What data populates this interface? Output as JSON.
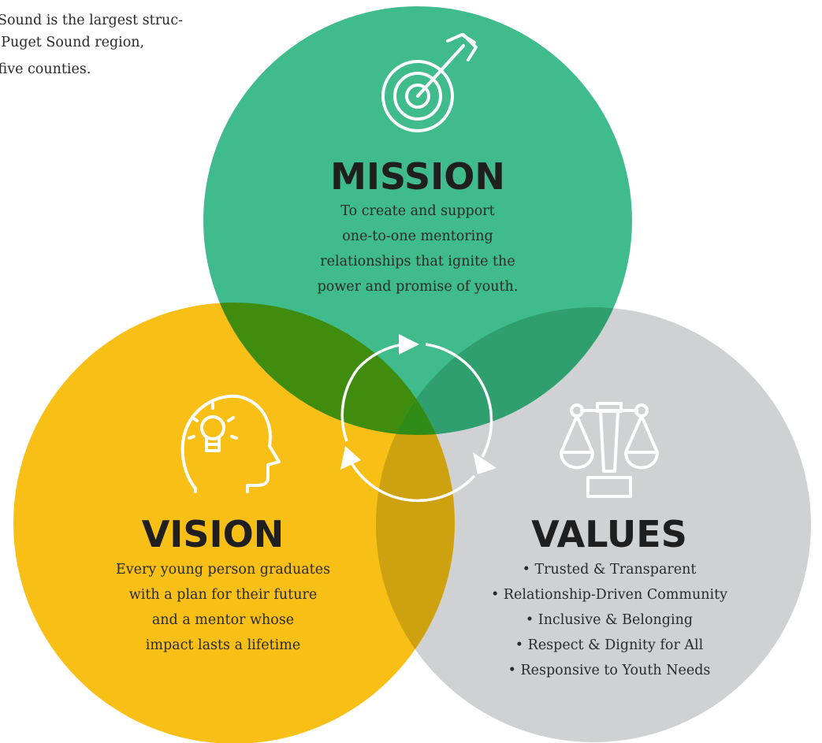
{
  "intro": {
    "lines": [
      "et Sound is the largest struc-",
      "he Puget Sound region,",
      "ss five counties."
    ]
  },
  "circles": {
    "mission": {
      "heading": "MISSION",
      "icon": "target-arrow-icon",
      "color": "#3fbb8c",
      "lines": [
        "To create and support",
        "one-to-one mentoring",
        "relationships that ignite the",
        "power and promise of youth."
      ]
    },
    "vision": {
      "heading": "VISION",
      "icon": "lightbulb-head-icon",
      "color": "#f8bf17",
      "lines": [
        "Every young person graduates",
        "with a plan for their future",
        "and a mentor whose",
        "impact lasts a lifetime"
      ]
    },
    "values": {
      "heading": "VALUES",
      "icon": "scales-icon",
      "color": "#d0d1d3",
      "lines": [
        "• Trusted & Transparent",
        "• Relationship-Driven Community",
        "• Inclusive & Belonging",
        "• Respect & Dignity for All",
        "• Responsive to Youth Needs"
      ]
    }
  },
  "center_icon": "cycle-arrows-icon",
  "overlap_colors": {
    "mission_vision": "#3f8c0f",
    "mission_values": "#2f9f6f",
    "vision_values": "#cda10f",
    "all": "#2f8c16"
  }
}
